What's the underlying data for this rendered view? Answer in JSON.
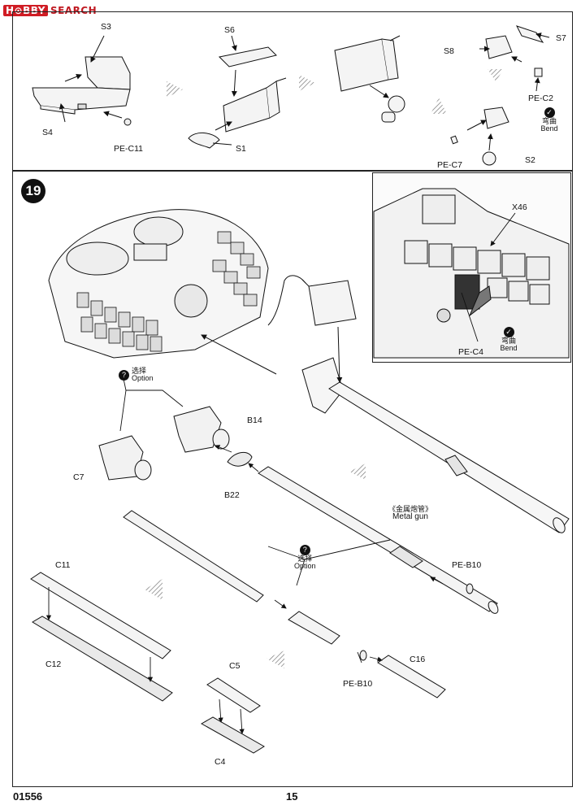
{
  "watermark": {
    "logo": "H⊙BBY",
    "rest": "SEARCH"
  },
  "step_number": "19",
  "top_panel": {
    "labels": {
      "s3": "S3",
      "s4": "S4",
      "pe_c11": "PE-C11",
      "s6": "S6",
      "s1": "S1",
      "s7": "S7",
      "s8": "S8",
      "pe_c2": "PE-C2",
      "pe_c7": "PE-C7",
      "s2": "S2"
    },
    "bend_note": {
      "cn": "弯曲",
      "en": "Bend"
    }
  },
  "inset": {
    "labels": {
      "x46": "X46",
      "pe_c4": "PE-C4"
    },
    "bend_note": {
      "cn": "弯曲",
      "en": "Bend"
    }
  },
  "main": {
    "labels": {
      "b14": "B14",
      "c7": "C7",
      "b22": "B22",
      "pe_b10_a": "PE-B10",
      "pe_b10_b": "PE-B10",
      "c11": "C11",
      "c12": "C12",
      "c5": "C5",
      "c4": "C4",
      "c16": "C16"
    },
    "option_1": {
      "cn": "选择",
      "en": "Option"
    },
    "option_2": {
      "cn": "选择",
      "en": "Option"
    },
    "metal_gun": {
      "cn": "《金属炮管》",
      "en": "Metal gun"
    }
  },
  "footer": {
    "code": "01556",
    "page": "15"
  },
  "colors": {
    "accent": "#d01c24",
    "line": "#111111",
    "part_fill": "#f2f2f2",
    "shade": "#9a9a9a"
  }
}
